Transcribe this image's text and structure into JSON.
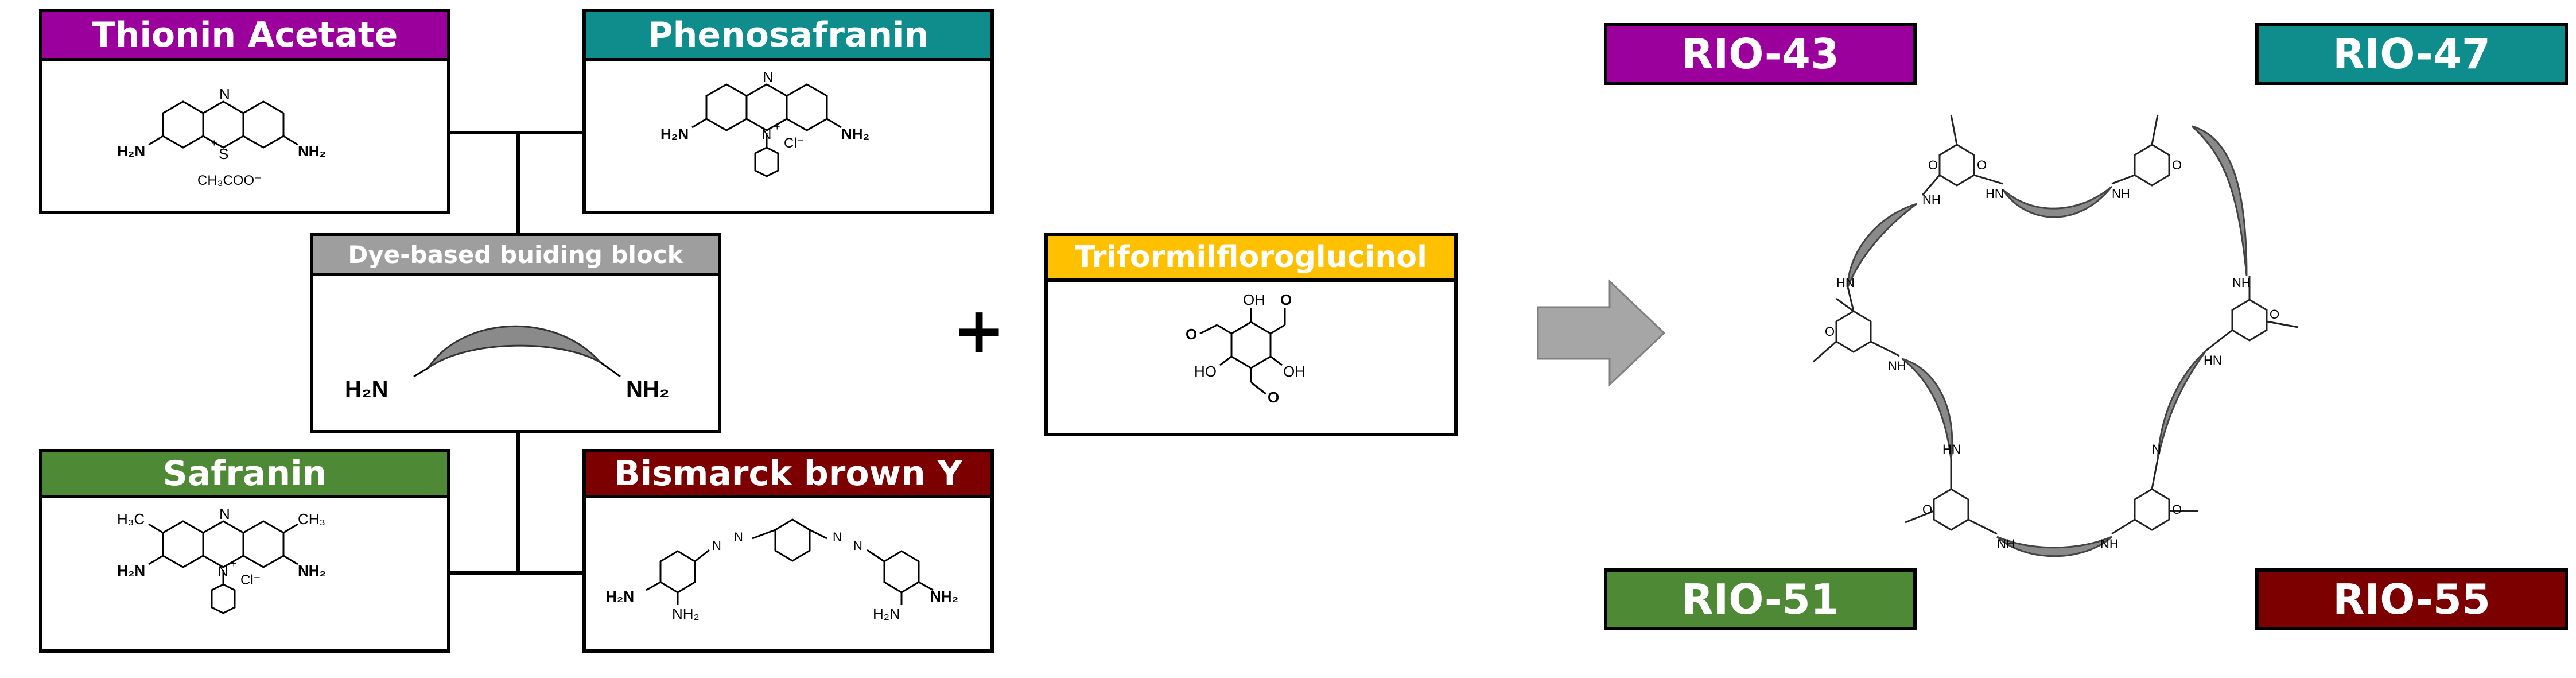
{
  "colors": {
    "thionin": "#9c009c",
    "phenosafranin": "#0f8c8c",
    "safranin": "#4e8a36",
    "bismarck": "#7d0000",
    "dye_block": "#9e9e9e",
    "triformil": "#ffc000",
    "arrow": "#a6a6a6"
  },
  "left_boxes": {
    "thionin": {
      "title": "Thionin Acetate",
      "amine_left": "H₂N",
      "amine_right": "NH₂",
      "ring_n": "N",
      "ring_s": "S",
      "charge": "+",
      "counter_ion": "CH₃COO⁻"
    },
    "phenosafranin": {
      "title": "Phenosafranin",
      "amine_left": "H₂N",
      "amine_right": "NH₂",
      "ring_n": "N",
      "ring_n2": "N",
      "charge": "+",
      "counter_ion": "Cl⁻"
    },
    "safranin": {
      "title": "Safranin",
      "amine_left": "H₂N",
      "amine_right": "NH₂",
      "methyl_left": "H₃C",
      "methyl_right": "CH₃",
      "ring_n": "N",
      "ring_n2": "N",
      "charge": "+",
      "counter_ion": "Cl⁻"
    },
    "bismarck": {
      "title": "Bismarck brown Y",
      "amine_1": "H₂N",
      "amine_2": "NH₂",
      "amine_3": "H₂N",
      "amine_4": "NH₂",
      "azo_n": "N"
    }
  },
  "dye_block": {
    "title": "Dye-based buiding block",
    "amine_left": "H₂N",
    "amine_right": "NH₂"
  },
  "plus": "+",
  "triformil": {
    "title": "Triformilfloroglucinol",
    "oh": "OH",
    "ho": "HO",
    "o": "O"
  },
  "rio_labels": {
    "rio43": "RIO-43",
    "rio47": "RIO-47",
    "rio51": "RIO-51",
    "rio55": "RIO-55"
  },
  "network": {
    "nh": "NH",
    "hn": "HN",
    "n": "N",
    "o": "O"
  }
}
